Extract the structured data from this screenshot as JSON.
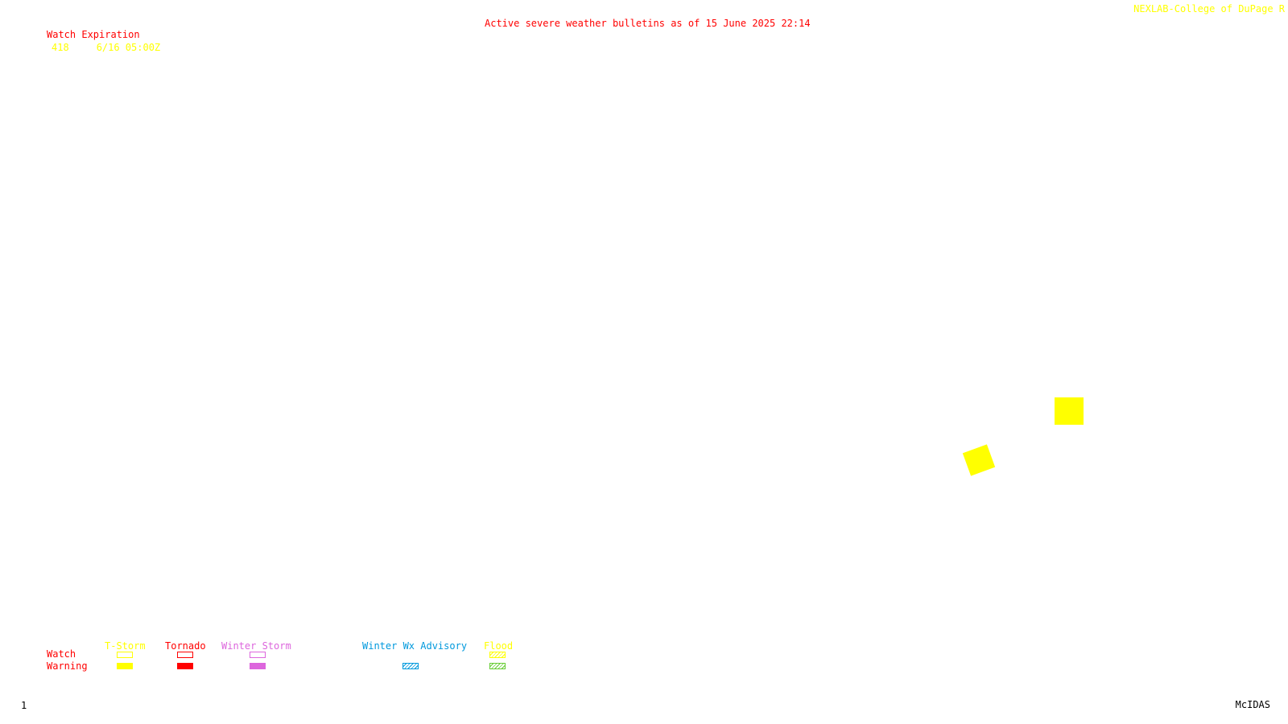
{
  "header": {
    "title": "Active severe weather bulletins as of 15 June 2025 22:14",
    "credit": "NEXLAB-College of DuPage R"
  },
  "watches": {
    "heading": "Watch Expiration",
    "items": [
      {
        "number": "418",
        "expiration": "6/16 05:00Z"
      }
    ]
  },
  "legend": {
    "row_labels": {
      "watch": "Watch",
      "warning": "Warning"
    },
    "categories": {
      "tstorm": "T-Storm",
      "tornado": "Tornado",
      "winter_storm": "Winter Storm",
      "winter_wx_advisory": "Winter Wx Advisory",
      "flood": "Flood"
    }
  },
  "colors": {
    "tstorm": "#ffff00",
    "tornado": "#ff0000",
    "winter_storm": "#dd66dd",
    "winter_wx_advisory": "#0099dd",
    "flood_watch": "#ffff00",
    "flood_warning": "#66cc33",
    "title": "#ff0000"
  },
  "footer": {
    "frame": "1",
    "software": "McIDAS"
  }
}
